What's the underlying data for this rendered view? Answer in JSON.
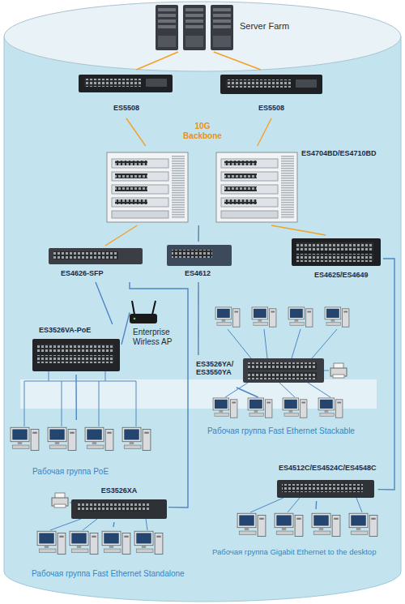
{
  "diagram": {
    "nodes": [
      {
        "text": [
          "Server Farm"
        ]
      },
      {
        "text": [
          "ES5508"
        ]
      },
      {
        "text": [
          "ES5508"
        ]
      },
      {
        "text": [
          "ES4704BD/ES4710BD"
        ]
      },
      {
        "text": [
          "ES4626-SFP"
        ]
      },
      {
        "text": [
          "ES4612"
        ]
      },
      {
        "text": [
          "ES4625/ES4649"
        ]
      },
      {
        "text": [
          "ES3526VA-PoE"
        ]
      },
      {
        "text": [
          "Enterprise Wirless AP"
        ]
      },
      {
        "text": [
          "ES3526YA/ ES3550YA"
        ]
      },
      {
        "text": [
          "Рабочая группа Fast Ethernet Stackable"
        ]
      },
      {
        "text": [
          "Рабочая группа PoE"
        ]
      },
      {
        "text": [
          "ES4512C/ES4524C/ES4548C"
        ]
      },
      {
        "text": [
          "ES3526XA"
        ]
      },
      {
        "text": [
          "Рабочая группа Gigabit Ethernet to the desktop"
        ]
      },
      {
        "text": [
          "Рабочая группа Fast Ethernet Standalone"
        ]
      }
    ],
    "edges": [
      {
        "from": 0,
        "to": 1,
        "arrow": "none"
      },
      {
        "from": 0,
        "to": 2,
        "arrow": "none"
      },
      {
        "from": 1,
        "to": 3,
        "arrow": "none"
      },
      {
        "from": 2,
        "to": 3,
        "arrow": "none"
      },
      {
        "from": 3,
        "to": 4,
        "arrow": "none"
      },
      {
        "from": 3,
        "to": 5,
        "arrow": "none"
      },
      {
        "from": 3,
        "to": 6,
        "arrow": "none"
      },
      {
        "from": 4,
        "to": 7,
        "arrow": "none"
      },
      {
        "from": 4,
        "to": 13,
        "arrow": "none"
      },
      {
        "from": 5,
        "to": 9,
        "arrow": "none"
      },
      {
        "from": 6,
        "to": 12,
        "arrow": "none"
      },
      {
        "from": 7,
        "to": 8,
        "arrow": "none"
      },
      {
        "from": 7,
        "to": 11,
        "arrow": "none"
      },
      {
        "from": 9,
        "to": 10,
        "arrow": "none"
      },
      {
        "from": 12,
        "to": 14,
        "arrow": "none"
      },
      {
        "from": 13,
        "to": 15,
        "arrow": "none"
      }
    ],
    "labels": [
      "10G Backbone"
    ]
  }
}
